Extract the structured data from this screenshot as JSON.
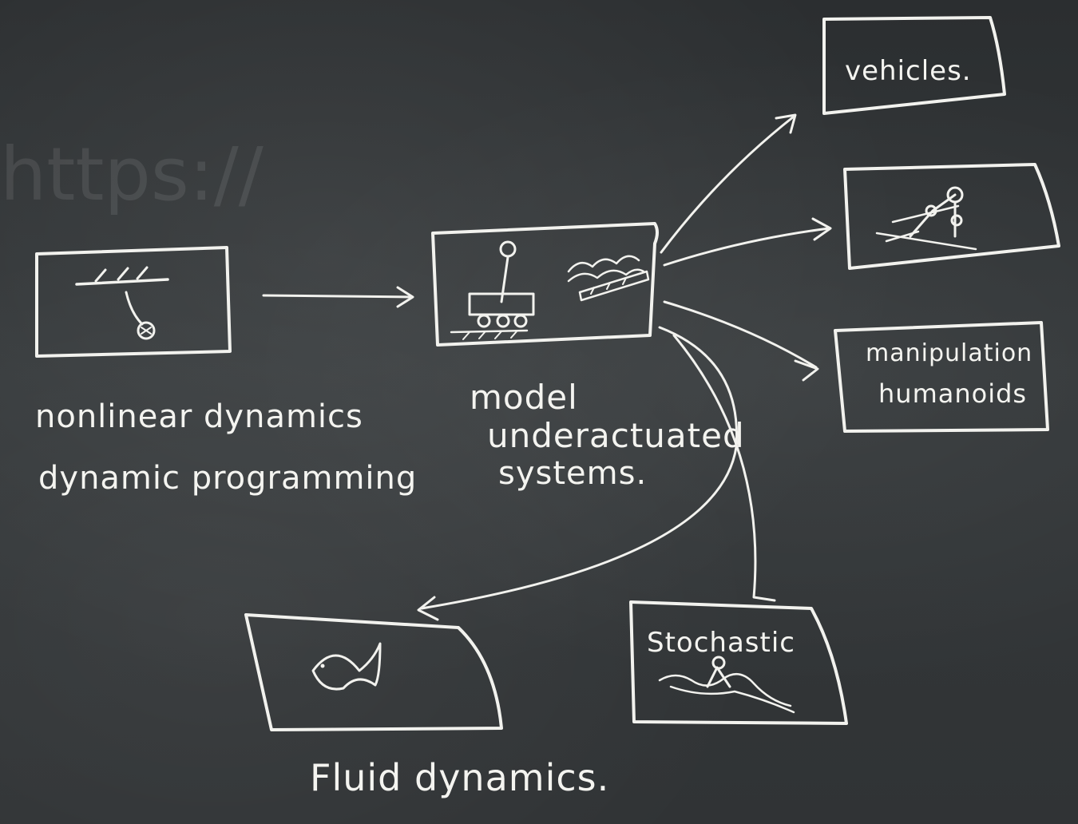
{
  "left_box": {
    "caption_line1": "nonlinear dynamics",
    "caption_line2": "dynamic programming"
  },
  "center_box": {
    "caption_line1": "model",
    "caption_line2": "underactuated",
    "caption_line3": "systems."
  },
  "right_boxes": {
    "top_label": "vehicles.",
    "bottom_label_line1": "manipulation",
    "bottom_label_line2": "humanoids"
  },
  "bottom_boxes": {
    "stochastic_label": "Stochastic",
    "fluid_caption": "Fluid dynamics."
  },
  "erased_text": {
    "url_fragment": "https://"
  }
}
